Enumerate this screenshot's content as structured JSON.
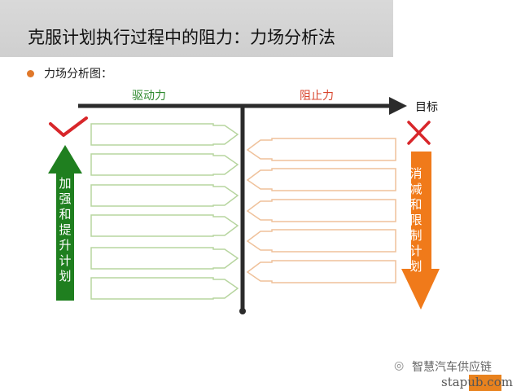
{
  "header": {
    "title": "克服计划执行过程中的阻力：力场分析法"
  },
  "bullet": {
    "text": "力场分析图："
  },
  "diagram": {
    "driving_label": "驱动力",
    "resisting_label": "阻止力",
    "goal_label": "目标",
    "left_arrow_text": "加强和提升计划",
    "right_arrow_text": "消减和限制计划",
    "colors": {
      "green": "#1f7f1f",
      "orange": "#f07a1a",
      "red_mark": "#d8262a",
      "axis": "#2b2b2b"
    }
  },
  "watermark": {
    "text": "智慧汽车供应链",
    "site": "stapub.com"
  }
}
